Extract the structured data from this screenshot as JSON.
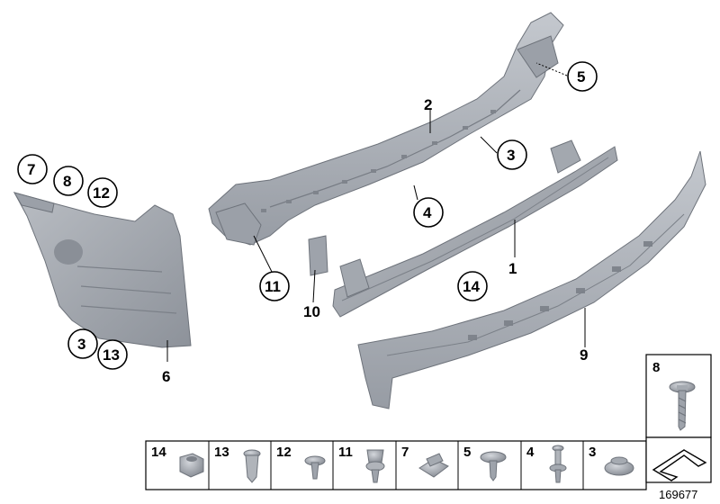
{
  "callouts": {
    "c2": "2",
    "c3a": "3",
    "c5": "5",
    "c4": "4",
    "c1": "1",
    "c14": "14",
    "c11": "11",
    "c10": "10",
    "c9": "9",
    "c7": "7",
    "c8": "8",
    "c12": "12",
    "c3b": "3",
    "c13": "13",
    "c6": "6"
  },
  "hardware_panel": {
    "side_box_label": "8",
    "cells": [
      "14",
      "13",
      "12",
      "11",
      "7",
      "5",
      "4",
      "3"
    ]
  },
  "reference_number": "169677",
  "colors": {
    "part_fill": "#a9aeb5",
    "part_dark": "#8e939b",
    "part_light": "#c8ccd2",
    "outline": "#000000"
  }
}
